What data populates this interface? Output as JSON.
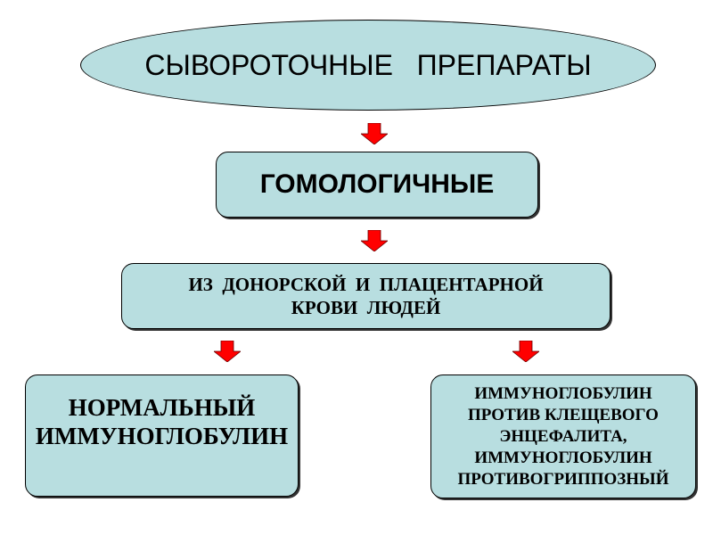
{
  "title": "СЫВОРОТОЧНЫЕ   ПРЕПАРАТЫ",
  "level1": "ГОМОЛОГИЧНЫЕ",
  "level2": {
    "line1": "ИЗ  ДОНОРСКОЙ  И  ПЛАЦЕНТАРНОЙ",
    "line2": "КРОВИ  ЛЮДЕЙ"
  },
  "left": {
    "line1": "НОРМАЛЬНЫЙ",
    "line2": "ИММУНОГЛОБУЛИН"
  },
  "right": {
    "lines": [
      "ИММУНОГЛОБУЛИН",
      "ПРОТИВ КЛЕЩЕВОГО",
      "ЭНЦЕФАЛИТА,",
      "ИММУНОГЛОБУЛИН",
      "ПРОТИВОГРИППОЗНЫЙ"
    ]
  },
  "colors": {
    "fill": "#b8dee0",
    "arrow": "#ff0000"
  }
}
